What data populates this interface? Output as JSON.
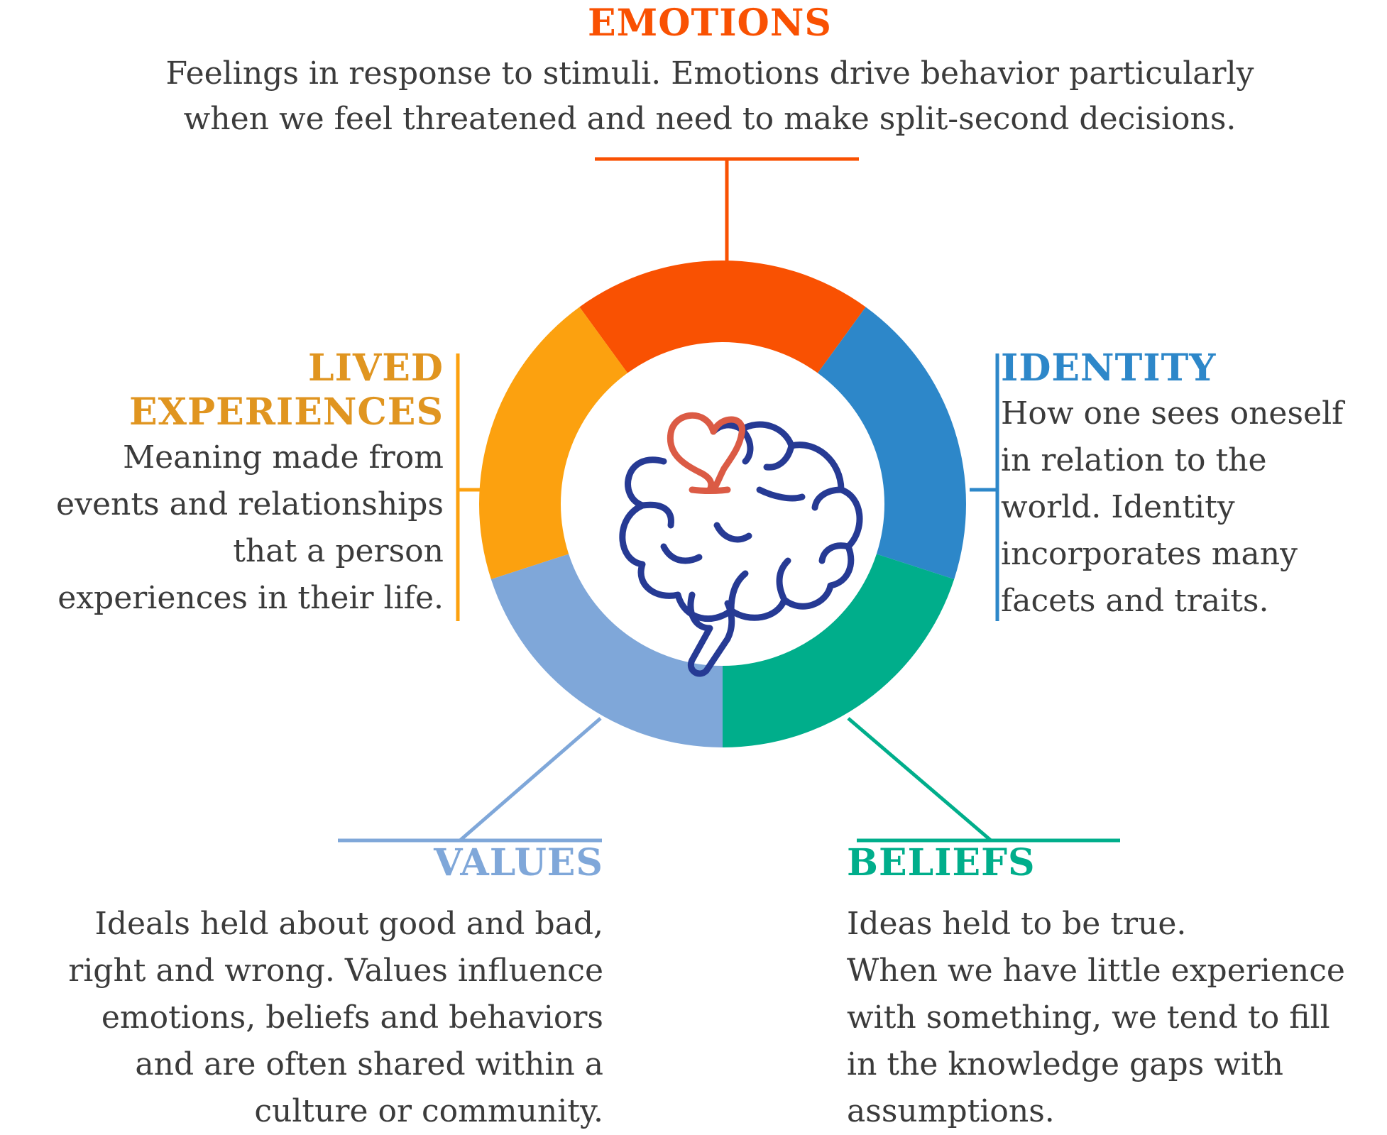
{
  "colors": {
    "emotions": "#F95102",
    "identity": "#2D87C9",
    "beliefs": "#00AE8B",
    "values": "#7FA7D9",
    "lived": "#FCA10F",
    "lived_text": "#E09520",
    "text": "#3B3B3B",
    "brain_outline": "#263A94",
    "brain_heart": "#DB5B45"
  },
  "center_icon": "brain-with-heart-icon",
  "segments": [
    {
      "key": "emotions",
      "heading": "EMOTIONS",
      "description": "Feelings in response to stimuli. Emotions drive behavior particularly\nwhen we feel threatened and need to make split-second decisions."
    },
    {
      "key": "identity",
      "heading": "IDENTITY",
      "description": "How one sees oneself\nin relation to the\nworld. Identity\nincorporates many\nfacets and traits."
    },
    {
      "key": "beliefs",
      "heading": "BELIEFS",
      "description": "Ideas held to be true.\nWhen we have little experience\nwith something, we tend to fill\nin the knowledge gaps with\nassumptions."
    },
    {
      "key": "values",
      "heading": "VALUES",
      "description": "Ideals held about good and bad,\nright and wrong. Values influence\nemotions, beliefs and behaviors\nand are often shared within a\nculture or community."
    },
    {
      "key": "lived",
      "heading": "LIVED\nEXPERIENCES",
      "description": "Meaning made from\nevents and relationships\nthat a person\nexperiences in their life."
    }
  ]
}
